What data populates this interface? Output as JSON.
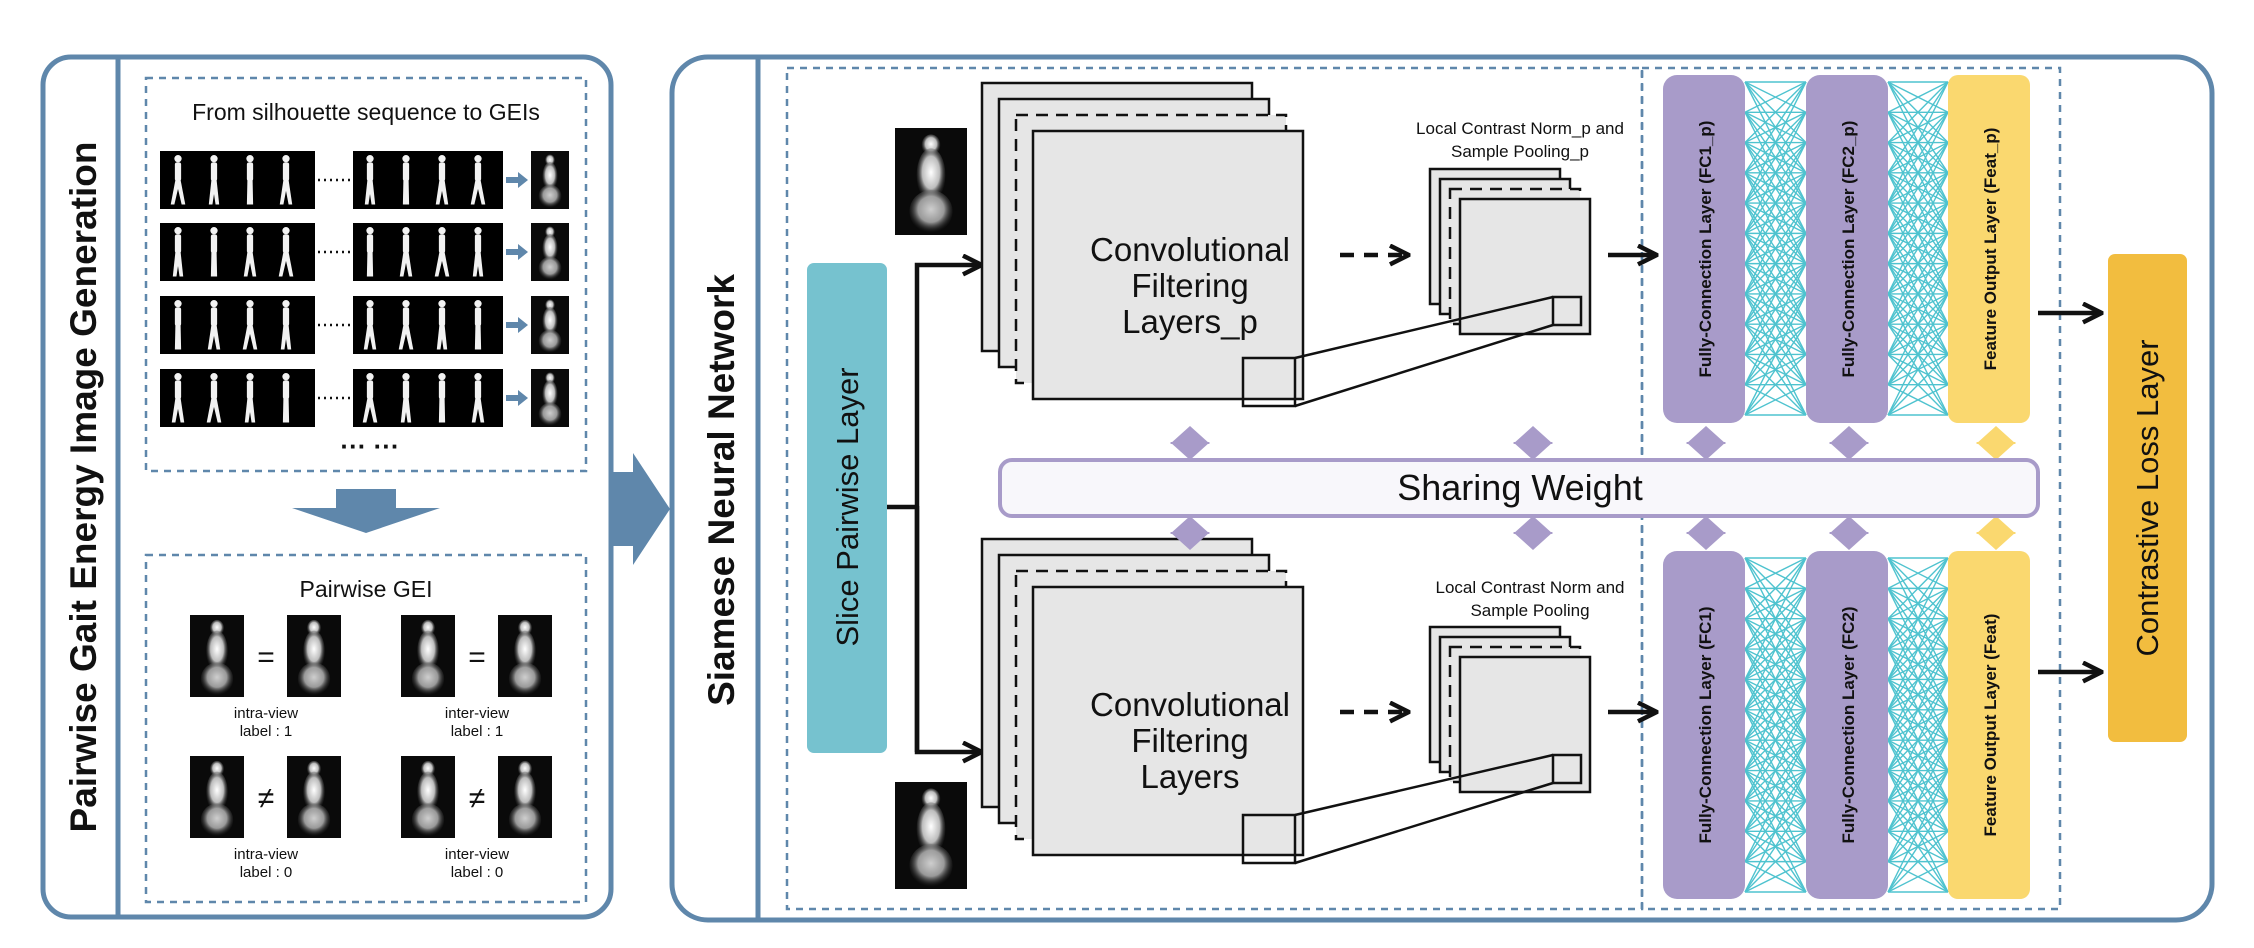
{
  "left_panel": {
    "title": "Pairwise Gait Energy Image Generation",
    "sequence_box": {
      "title": "From silhouette  sequence to GEIs",
      "ellipsis": "··· ···"
    },
    "pairwise_box": {
      "title": "Pairwise GEI",
      "pairs": [
        {
          "symbol": "=",
          "view": "intra-view",
          "label": "label : 1"
        },
        {
          "symbol": "=",
          "view": "inter-view",
          "label": "label : 1"
        },
        {
          "symbol": "≠",
          "view": "intra-view",
          "label": "label : 0"
        },
        {
          "symbol": "≠",
          "view": "inter-view",
          "label": "label : 0"
        }
      ]
    }
  },
  "right_panel": {
    "title": "Siamese Neural Network",
    "slice_layer": "Slice Pairwise Layer",
    "conv_top": [
      "Convolutional",
      "Filtering",
      "Layers_p"
    ],
    "conv_bottom": [
      "Convolutional",
      "Filtering",
      "Layers"
    ],
    "pool_top": [
      "Local Contrast Norm_p and",
      "Sample Pooling_p"
    ],
    "pool_bottom": [
      "Local Contrast Norm and",
      "Sample Pooling"
    ],
    "sharing_weight": "Sharing Weight",
    "fc1_top": "Fully-Connection Layer (FC1_p)",
    "fc2_top": "Fully-Connection Layer (FC2_p)",
    "feat_top": "Feature Output  Layer (Feat_p)",
    "fc1_bottom": "Fully-Connection Layer (FC1)",
    "fc2_bottom": "Fully-Connection Layer (FC2)",
    "feat_bottom": "Feature Output  Layer (Feat)",
    "loss_layer": "Contrastive Loss Layer"
  },
  "colors": {
    "panel_border": "#5f87ab",
    "slice_layer": "#76c2cf",
    "fc_layer": "#a89bc9",
    "feat_layer": "#fad86f",
    "loss_layer": "#f2bd3f",
    "sharing_weight_border": "#a89bc9",
    "fc_connections": "#4fc3cf",
    "flow_arrow": "#5f87ab"
  },
  "icons": [
    "walking-silhouette-icon",
    "gei-image-icon",
    "flow-arrow-icon",
    "sharing-double-arrow-icon"
  ]
}
